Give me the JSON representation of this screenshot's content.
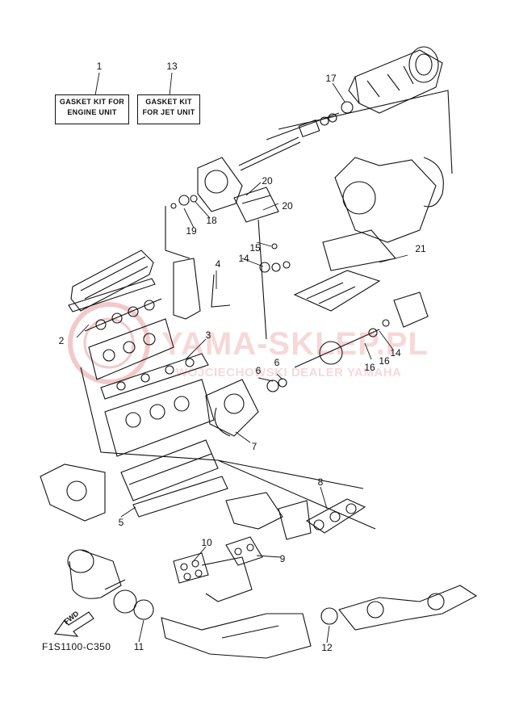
{
  "diagram_code": "F1S1100-C350",
  "fwd_label": "FWD",
  "kits": [
    {
      "number": "1",
      "lines": [
        "GASKET KIT FOR",
        "ENGINE UNIT"
      ]
    },
    {
      "number": "13",
      "lines": [
        "GASKET KIT",
        "FOR JET UNIT"
      ]
    }
  ],
  "callouts": [
    "2",
    "3",
    "4",
    "5",
    "6",
    "6",
    "7",
    "8",
    "9",
    "10",
    "11",
    "12",
    "14",
    "14",
    "15",
    "16",
    "16",
    "17",
    "18",
    "19",
    "20",
    "20",
    "21"
  ],
  "watermark": {
    "main": "YAMA-SKLEP.PL",
    "sub": "WOJCIECHOWSKI DEALER YAMAHA"
  },
  "colors": {
    "line": "#111111",
    "watermark": "#cd282d"
  }
}
